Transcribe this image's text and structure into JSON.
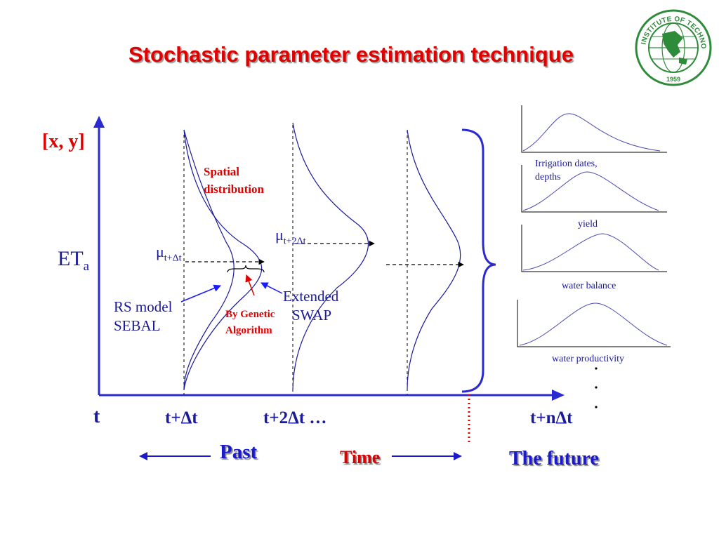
{
  "title": "Stochastic parameter estimation technique",
  "labels": {
    "xy": "[x, y]",
    "et": "ET",
    "et_sub": "a",
    "t": "t",
    "t1": "t+Δt",
    "t2": "t+2Δt …",
    "tn": "t+nΔt",
    "mu1": "μ",
    "mu1_sub": "t+Δt",
    "mu2": "μ",
    "mu2_sub": "t+2Δt",
    "spatial_1": "Spatial",
    "spatial_2": "distribution",
    "rs_1": "RS model",
    "rs_2": "SEBAL",
    "ext_1": "Extended",
    "ext_2": "SWAP",
    "ga_1": "By Genetic",
    "ga_2": "Algorithm",
    "past": "Past",
    "time": "Time",
    "future": "The future"
  },
  "panels": [
    {
      "label": "Irrigation dates,"
    },
    {
      "label": "depths"
    },
    {
      "label": "yield"
    },
    {
      "label": "water balance"
    },
    {
      "label": "water productivity"
    }
  ],
  "logo": {
    "text": "ASIAN INSTITUTE OF TECHNOLOGY",
    "year": "1959",
    "color": "#2e8b3a"
  },
  "colors": {
    "title": "#e00000",
    "curves": "#1a1a9a",
    "axis": "#2a2ad0",
    "text_blue": "#1a1a9a"
  }
}
